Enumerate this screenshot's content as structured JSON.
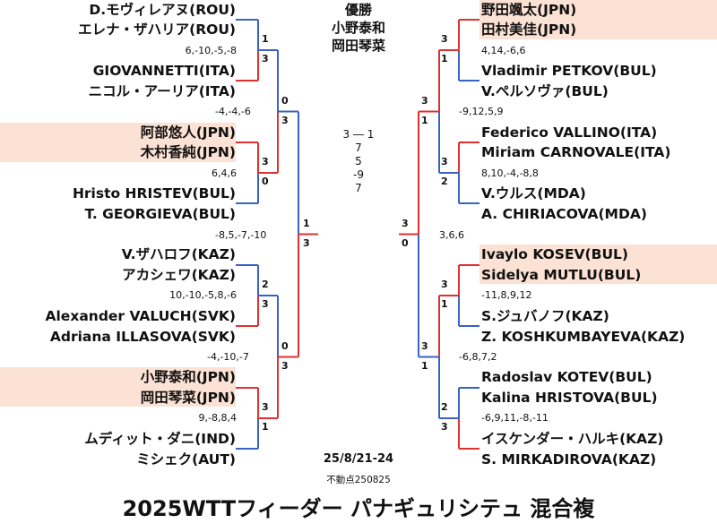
{
  "header": {
    "lines": [
      "優勝",
      "小野泰和",
      "岡田琴菜"
    ]
  },
  "final": {
    "score": "3 ― 1",
    "games": [
      "7",
      "5",
      "-9",
      "7"
    ]
  },
  "left": {
    "names": [
      "D.モヴィレアヌ(ROU)",
      "エレナ・ザハリア(ROU)",
      "GIOVANNETTI(ITA)",
      "ニコル・アーリア(ITA)",
      "阿部悠人(JPN)",
      "木村香純(JPN)",
      "Hristo HRISTEV(BUL)",
      "T. GEORGIEVA(BUL)",
      "V.ザハロフ(KAZ)",
      "アカシェワ(KAZ)",
      "Alexander VALUCH(SVK)",
      "Adriana ILLASOVA(SVK)",
      "小野泰和(JPN)",
      "岡田琴菜(JPN)",
      "ムディット・ダニ(IND)",
      "ミシェク(AUT)"
    ],
    "scores_r1": [
      "6,-10,-5,-8",
      "6,4,6",
      "10,-10,-5,8,-6",
      "9,-8,8,4"
    ],
    "r1_results": [
      [
        "1",
        "3"
      ],
      [
        "3",
        "0"
      ],
      [
        "2",
        "3"
      ],
      [
        "3",
        "1"
      ]
    ],
    "scores_r2": [
      "-4,-4,-6",
      "-4,-10,-7"
    ],
    "r2_results": [
      [
        "0",
        "3"
      ],
      [
        "0",
        "3"
      ]
    ],
    "score_sf": "-8,5,-7,-10",
    "sf_result": [
      "1",
      "3"
    ]
  },
  "right": {
    "names": [
      "野田颯太(JPN)",
      "田村美佳(JPN)",
      "Vladimir PETKOV(BUL)",
      "V.ペルソヴァ(BUL)",
      "Federico VALLINO(ITA)",
      "Miriam CARNOVALE(ITA)",
      "V.ウルス(MDA)",
      "A. CHIRIACOVA(MDA)",
      "Ivaylo KOSEV(BUL)",
      "Sidelya MUTLU(BUL)",
      "S.ジュバノフ(KAZ)",
      "Z. KOSHKUMBAYEVA(KAZ)",
      "Radoslav KOTEV(BUL)",
      "Kalina HRISTOVA(BUL)",
      "イスケンダー・ハルキ(KAZ)",
      "S. MIRKADIROVA(KAZ)"
    ],
    "scores_r1": [
      "4,14,-6,6",
      "8,10,-4,-8,8",
      "-11,8,9,12",
      "-6,9,11,-8,-11"
    ],
    "r1_results": [
      [
        "3",
        "1"
      ],
      [
        "3",
        "2"
      ],
      [
        "3",
        "1"
      ],
      [
        "2",
        "3"
      ]
    ],
    "scores_r2": [
      "-9,12,5,9",
      "-6,8,7,2"
    ],
    "r2_results": [
      [
        "3",
        "1"
      ],
      [
        "3",
        "1"
      ]
    ],
    "score_sf": "3,6,6",
    "sf_result": [
      "3",
      "0"
    ]
  },
  "footer": {
    "date": "25/8/21-24",
    "author": "不動点250825",
    "title": "2025WTTフィーダー パナギュリシテュ 混合複"
  },
  "colors": {
    "highlight": "#fbe2d4",
    "winner_line": "#e03030",
    "loser_line": "#3a62c4"
  }
}
